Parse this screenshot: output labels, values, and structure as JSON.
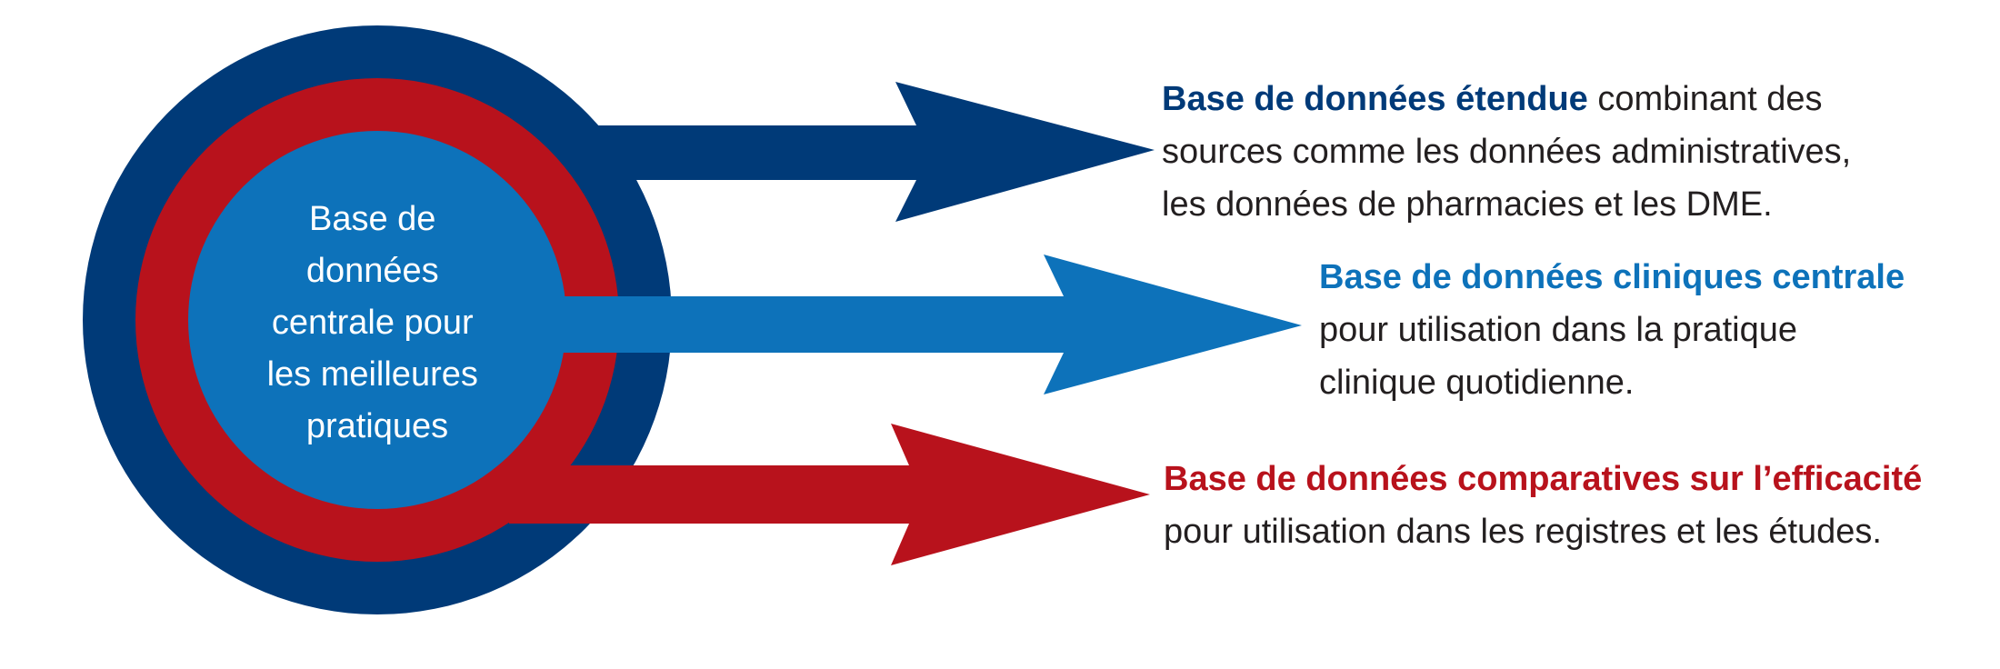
{
  "center": {
    "lines": [
      "Base de",
      "données",
      "centrale pour",
      "les meilleures",
      "pratiques"
    ]
  },
  "items": [
    {
      "lead": "Base de données étendue",
      "rest_first": "combinant des",
      "rest_lines": [
        "sources comme les données administratives,",
        "les données de pharmacies et les DME."
      ]
    },
    {
      "lead": "Base de données cliniques centrale",
      "rest_first": "",
      "rest_lines": [
        "pour utilisation dans la pratique",
        "clinique quotidienne."
      ]
    },
    {
      "lead": "Base de données comparatives sur l’efficacité",
      "rest_first": "",
      "rest_lines": [
        "pour utilisation dans les registres et les études."
      ]
    }
  ],
  "colors": {
    "navy": "#003a78",
    "red": "#b8121c",
    "blue": "#0d72ba",
    "text": "#231f20",
    "white": "#ffffff"
  }
}
